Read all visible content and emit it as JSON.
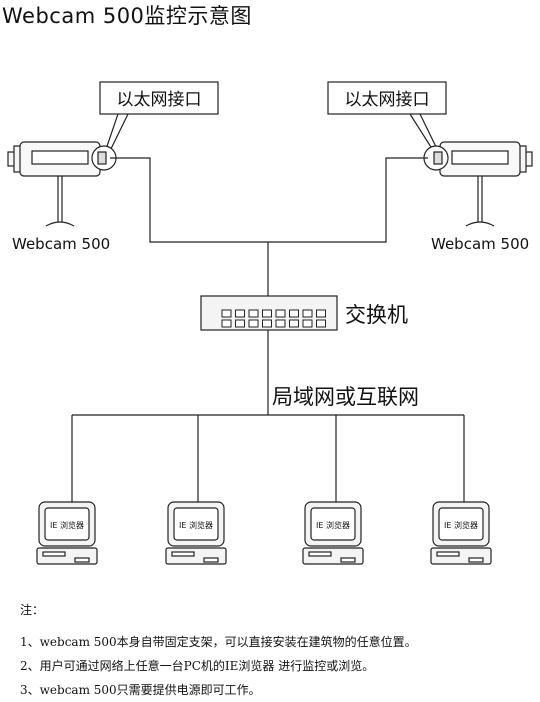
{
  "title": "Webcam 500监控示意图",
  "diagram": {
    "camera_left_port_label": "以太网接口",
    "camera_right_port_label": "以太网接口",
    "camera_left_name": "Webcam 500",
    "camera_right_name": "Webcam 500",
    "switch_label": "交换机",
    "network_label": "局域网或互联网",
    "client_screen_label": "IE 浏览器"
  },
  "notes": {
    "heading": "注：",
    "items": [
      "1、webcam 500本身自带固定支架，可以直接安装在建筑物的任意位置。",
      "2、用户可通过网络上任意一台PC机的IE浏览器 进行监控或浏览。",
      "3、webcam 500只需要提供电源即可工作。"
    ]
  }
}
